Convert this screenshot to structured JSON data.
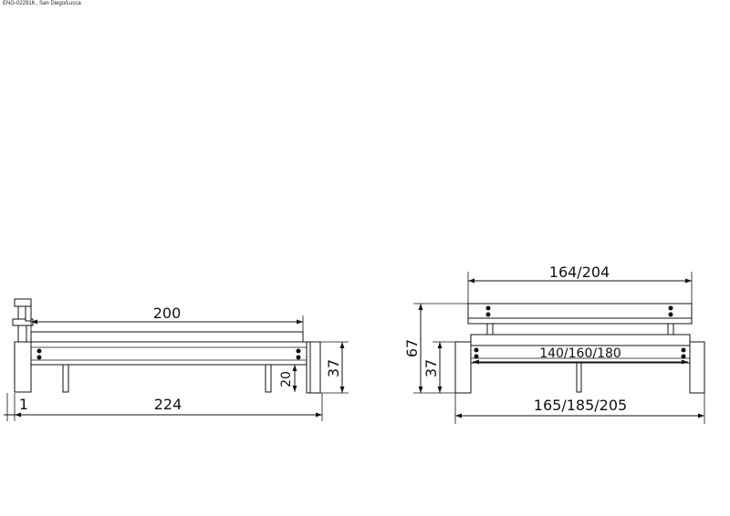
{
  "header": {
    "ref": "ENG-022916 , San Diego/Lucca"
  },
  "side_view": {
    "dim_length_inner": "200",
    "dim_length_total": "224",
    "dim_small_offset": "1",
    "dim_leg_height": "20",
    "dim_frame_height": "37"
  },
  "front_view": {
    "dim_headboard_width": "164/204",
    "dim_mattress_width": "140/160/180",
    "dim_total_width": "165/185/205",
    "dim_total_height": "67",
    "dim_frame_height": "37"
  }
}
